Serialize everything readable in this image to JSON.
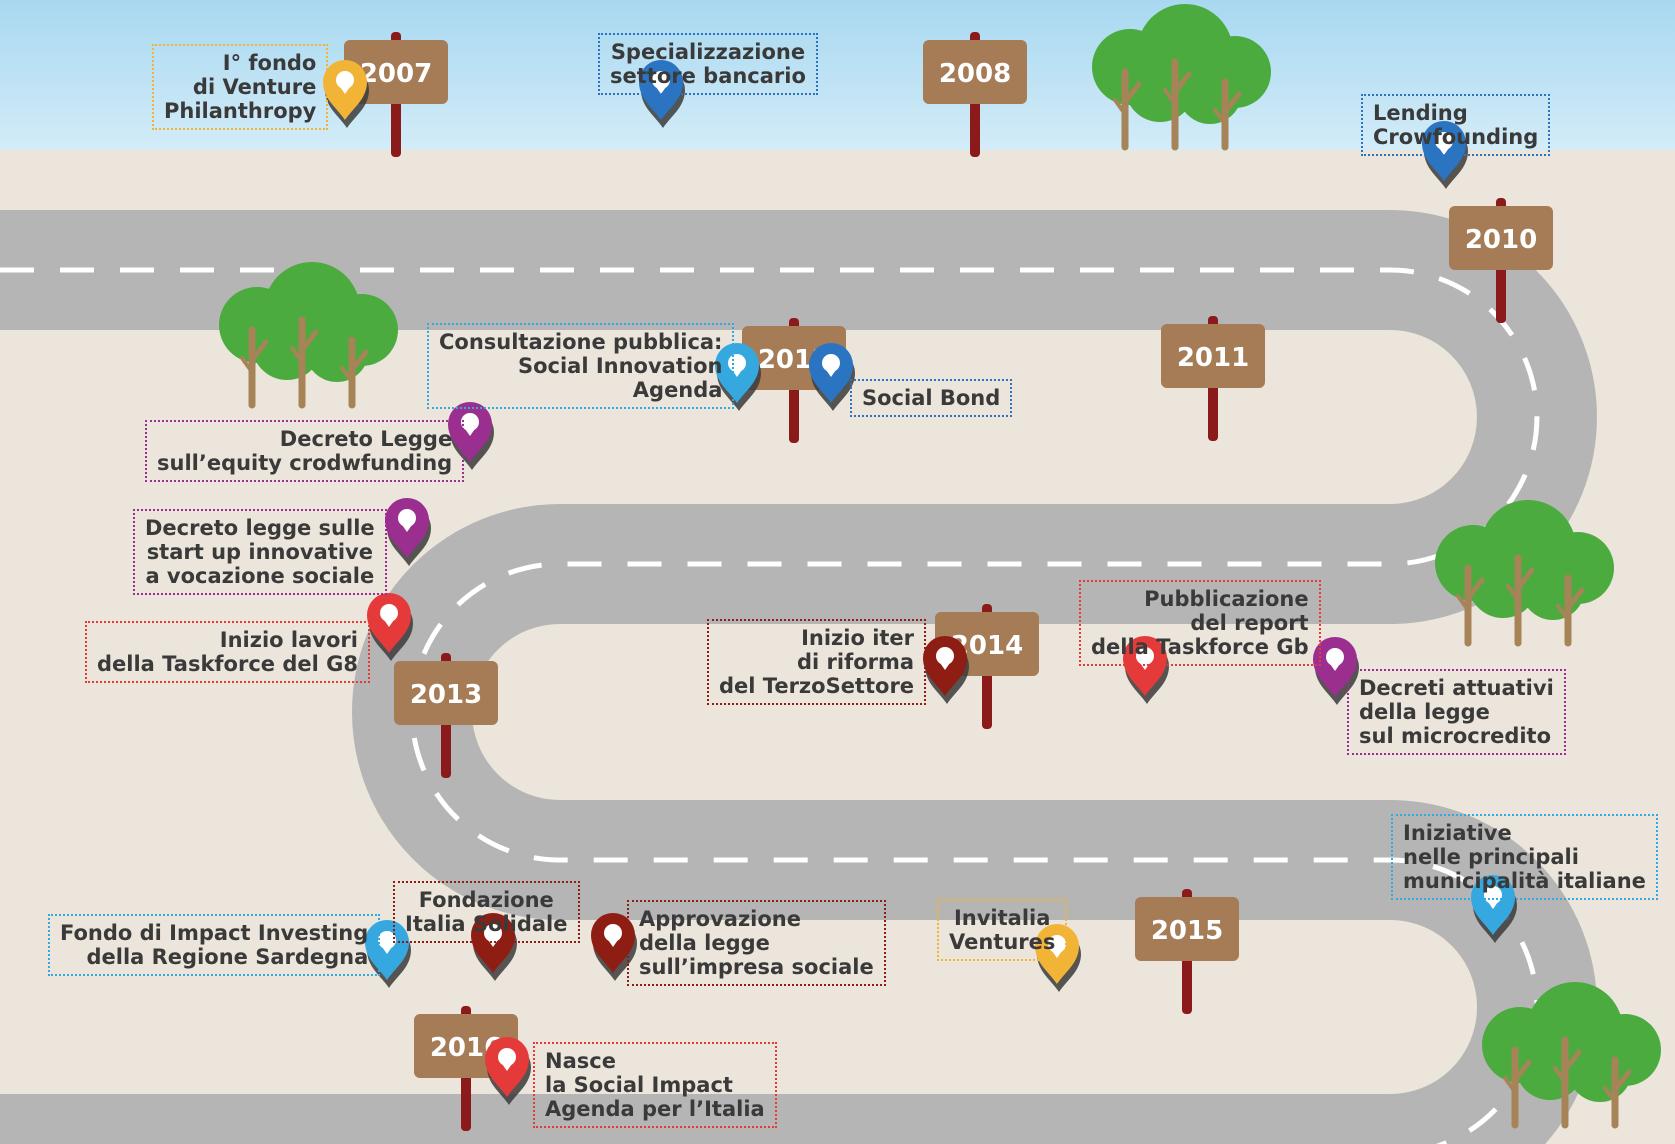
{
  "colors": {
    "sky": "#bfe3f5",
    "ground": "#ece5db",
    "road": "#b5b5b5",
    "road_dash": "#ffffff",
    "sign_board": "#a57c56",
    "sign_post": "#8b1a1a",
    "sign_text": "#ffffff",
    "tree_foliage": "#4bab3f",
    "tree_trunk": "#a78358",
    "pin_yellow": "#f2b436",
    "pin_blue": "#2a74c2",
    "pin_lightblue": "#36a8e0",
    "pin_purple": "#9a2f8f",
    "pin_red": "#e53a3a",
    "pin_darkred": "#8e1d14"
  },
  "years": [
    "2007",
    "2008",
    "2010",
    "2011",
    "2012",
    "2013",
    "2014",
    "2015",
    "2016"
  ],
  "milestones": [
    {
      "text": "I° fondo\ndi Venture\nPhilanthropy",
      "color": "yellow"
    },
    {
      "text": "Specializzazione\nsettore bancario",
      "color": "blue"
    },
    {
      "text": "Lending\nCrowfounding",
      "color": "blue"
    },
    {
      "text": "Consultazione pubblica:\nSocial Innovation\nAgenda",
      "color": "lightblue"
    },
    {
      "text": "Social Bond",
      "color": "blue"
    },
    {
      "text": "Decreto Legge\nsull’equity crodwfunding",
      "color": "purple"
    },
    {
      "text": "Decreto legge sulle\nstart up innovative\na vocazione sociale",
      "color": "purple"
    },
    {
      "text": "Inizio lavori\ndella Taskforce del G8",
      "color": "red"
    },
    {
      "text": "Inizio iter\ndi riforma\ndel TerzoSettore",
      "color": "darkred"
    },
    {
      "text": "Pubblicazione\ndel report\ndella Taskforce Gb",
      "color": "red"
    },
    {
      "text": "Decreti attuativi\ndella legge\nsul microcredito",
      "color": "purple"
    },
    {
      "text": "Iniziative\nnelle principali\nmunicipalità italiane",
      "color": "lightblue"
    },
    {
      "text": "Invitalia\nVentures",
      "color": "yellow"
    },
    {
      "text": "Fondazione\nItalia Solidale",
      "color": "darkred"
    },
    {
      "text": "Approvazione\ndella legge\nsull’impresa sociale",
      "color": "darkred"
    },
    {
      "text": "Fondo di Impact Investing\ndella Regione Sardegna",
      "color": "lightblue"
    },
    {
      "text": "Nasce\nla Social Impact\nAgenda per l’Italia",
      "color": "red"
    }
  ]
}
